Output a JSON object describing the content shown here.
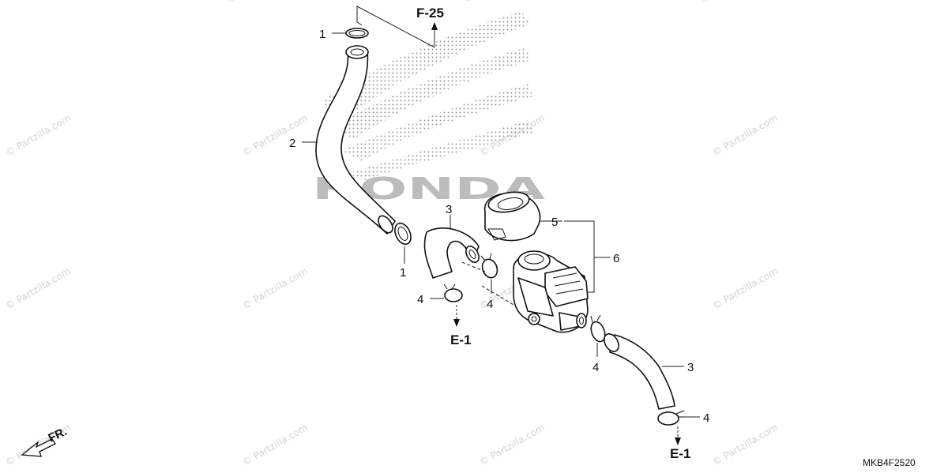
{
  "watermark": {
    "text": "© Partzilla.com",
    "color": "#d8d8d8"
  },
  "logo": {
    "text": "HONDA",
    "color": "#b8b8b8"
  },
  "diagram_code": "MKB4F2520",
  "front_indicator": "FR.",
  "references": {
    "top": "F-25",
    "left": "E-1",
    "bottom": "E-1"
  },
  "callouts": {
    "c1_top": "1",
    "c2": "2",
    "c1_mid": "1",
    "c3_upper": "3",
    "c4_left": "4",
    "c4_center": "4",
    "c5": "5",
    "c6": "6",
    "c4_lower": "4",
    "c3_lower": "3",
    "c4_bottom": "4"
  }
}
